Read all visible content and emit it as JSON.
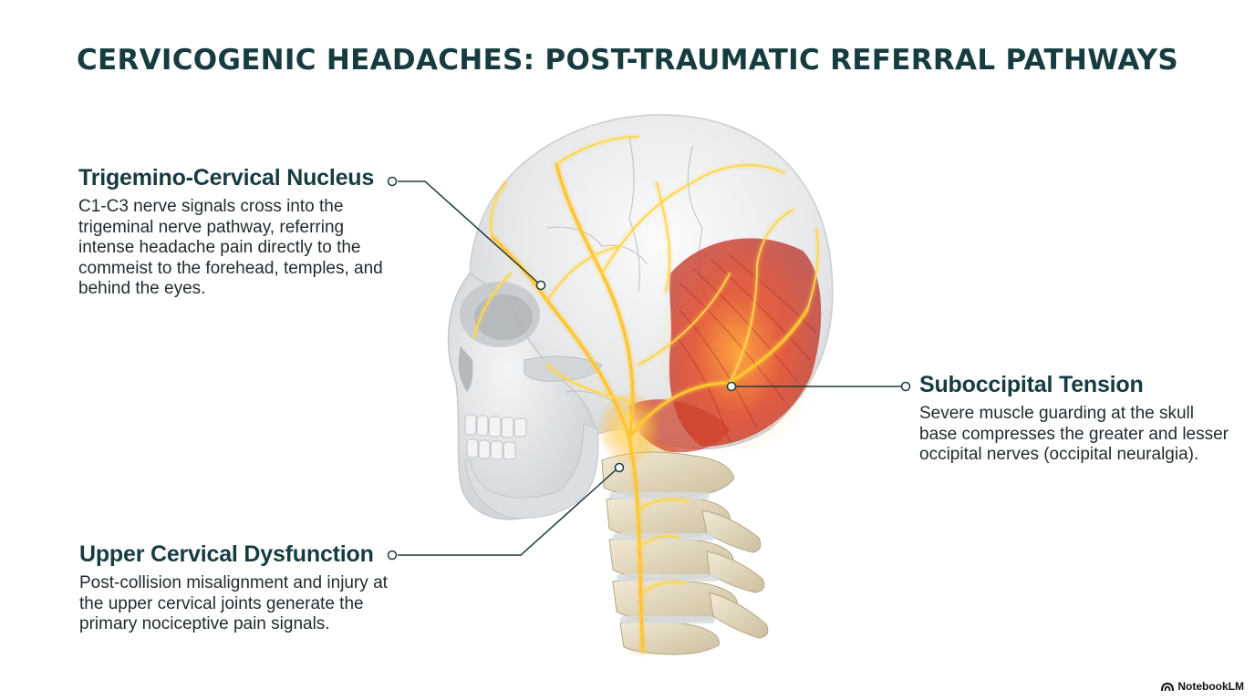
{
  "title": "CERVICOGENIC HEADACHES: POST-TRAUMATIC REFERRAL PATHWAYS",
  "callouts": {
    "trigemino": {
      "heading": "Trigemino-Cervical Nucleus",
      "body": "C1-C3 nerve signals cross into the trigeminal nerve pathway, referring intense headache pain directly to the commeist to the forehead, temples, and behind the eyes."
    },
    "suboccipital": {
      "heading": "Suboccipital Tension",
      "body": "Severe muscle guarding at the skull base compresses the greater and lesser occipital nerves (occipital neuralgia)."
    },
    "upper_cervical": {
      "heading": "Upper Cervical Dysfunction",
      "body": "Post-collision misalignment and injury at the upper cervical joints generate the primary nociceptive pain signals."
    }
  },
  "brand": "NotebookLM",
  "colors": {
    "title": "#163c40",
    "leader_line": "#1e3a3f",
    "nerve_glow": "#ffd23c",
    "muscle": "#c8321e"
  }
}
